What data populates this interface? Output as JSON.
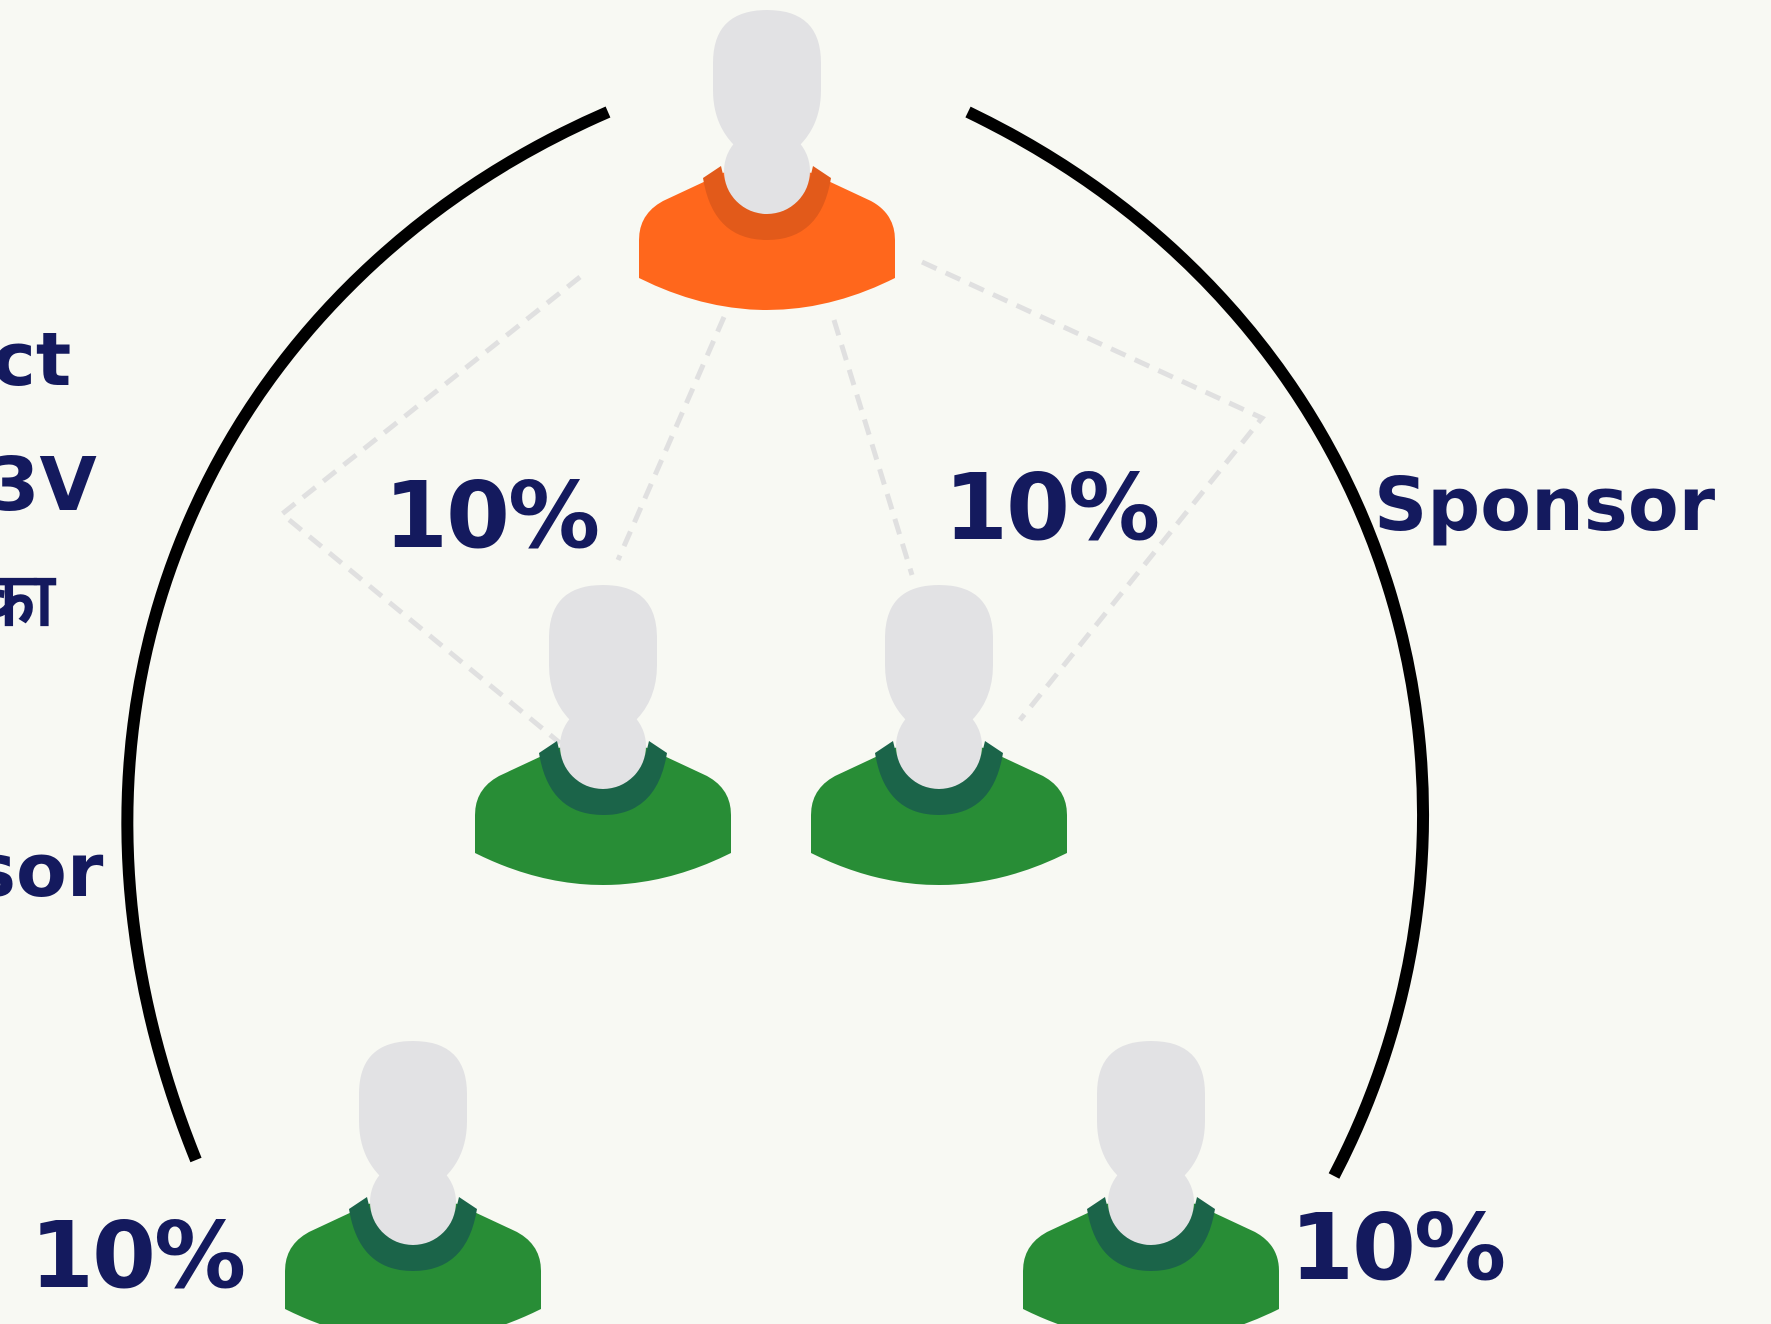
{
  "side_text_left": [
    "ct",
    "3V",
    "का",
    "sor"
  ],
  "sponsor_label": "Sponsor",
  "percent_labels": [
    "10%",
    "10%",
    "10%",
    "10%"
  ],
  "nodes": [
    {
      "role": "top",
      "shirt_color": "#ff671c",
      "collar_color": "#e25a1a"
    },
    {
      "role": "level-1",
      "shirt_color": "#288d36",
      "collar_color": "#1b6449"
    },
    {
      "role": "level-1",
      "shirt_color": "#288d36",
      "collar_color": "#1b6449"
    },
    {
      "role": "level-2",
      "shirt_color": "#288d36",
      "collar_color": "#1b6449"
    },
    {
      "role": "level-2",
      "shirt_color": "#288d36",
      "collar_color": "#1b6449"
    }
  ],
  "colors": {
    "head": "#e2e2e4",
    "text": "#141a5e",
    "arc": "#000000",
    "dash": "#e0e0e0"
  }
}
